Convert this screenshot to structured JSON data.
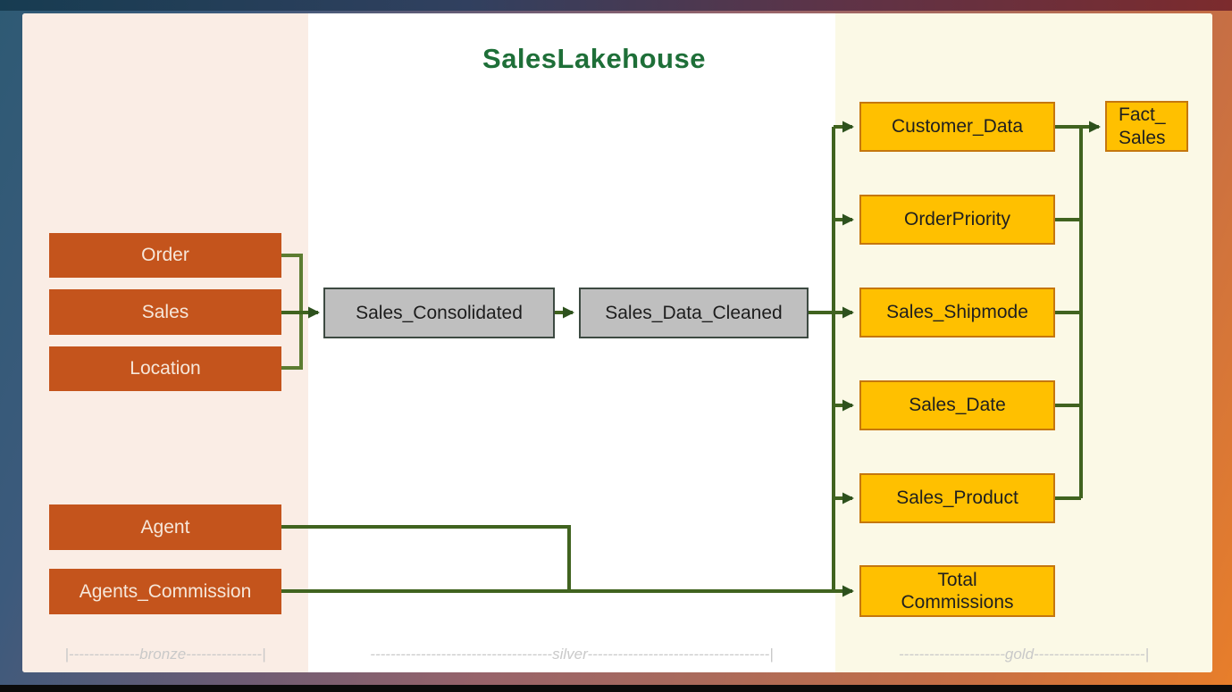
{
  "title": "SalesLakehouse",
  "zones": {
    "bronze": {
      "name": "bronze",
      "label_text": "|--------------bronze---------------|"
    },
    "silver": {
      "name": "silver",
      "label_text": "------------------------------------silver------------------------------------|"
    },
    "gold": {
      "name": "gold",
      "label_text": "---------------------gold----------------------|"
    }
  },
  "nodes": {
    "order": {
      "label": "Order"
    },
    "sales": {
      "label": "Sales"
    },
    "location": {
      "label": "Location"
    },
    "agent": {
      "label": "Agent"
    },
    "agents_commission": {
      "label": "Agents_Commission"
    },
    "sales_consolidated": {
      "label": "Sales_Consolidated"
    },
    "sales_data_cleaned": {
      "label": "Sales_Data_Cleaned"
    },
    "customer_data": {
      "label": "Customer_Data"
    },
    "order_priority": {
      "label": "OrderPriority"
    },
    "sales_shipmode": {
      "label": "Sales_Shipmode"
    },
    "sales_date": {
      "label": "Sales_Date"
    },
    "sales_product": {
      "label": "Sales_Product"
    },
    "total_commissions": {
      "line1": "Total",
      "line2": "Commissions"
    },
    "fact_sales": {
      "line1": "Fact_",
      "line2": "Sales"
    }
  },
  "colors": {
    "bronze_zone_bg": "#FAEDE5",
    "silver_zone_bg": "#FFFFFF",
    "gold_zone_bg": "#FBF9E6",
    "source_box_fill": "#C4541C",
    "source_box_text": "#F6E7DA",
    "staging_box_fill": "#BFBFBF",
    "staging_box_border": "#3D4A42",
    "gold_box_fill": "#FFC000",
    "gold_box_border": "#C5770E",
    "connector_green": "#40631F",
    "arrowhead_green": "#2D511D",
    "title_green": "#1E6F38",
    "zone_label_gray": "#C9C9C9"
  }
}
